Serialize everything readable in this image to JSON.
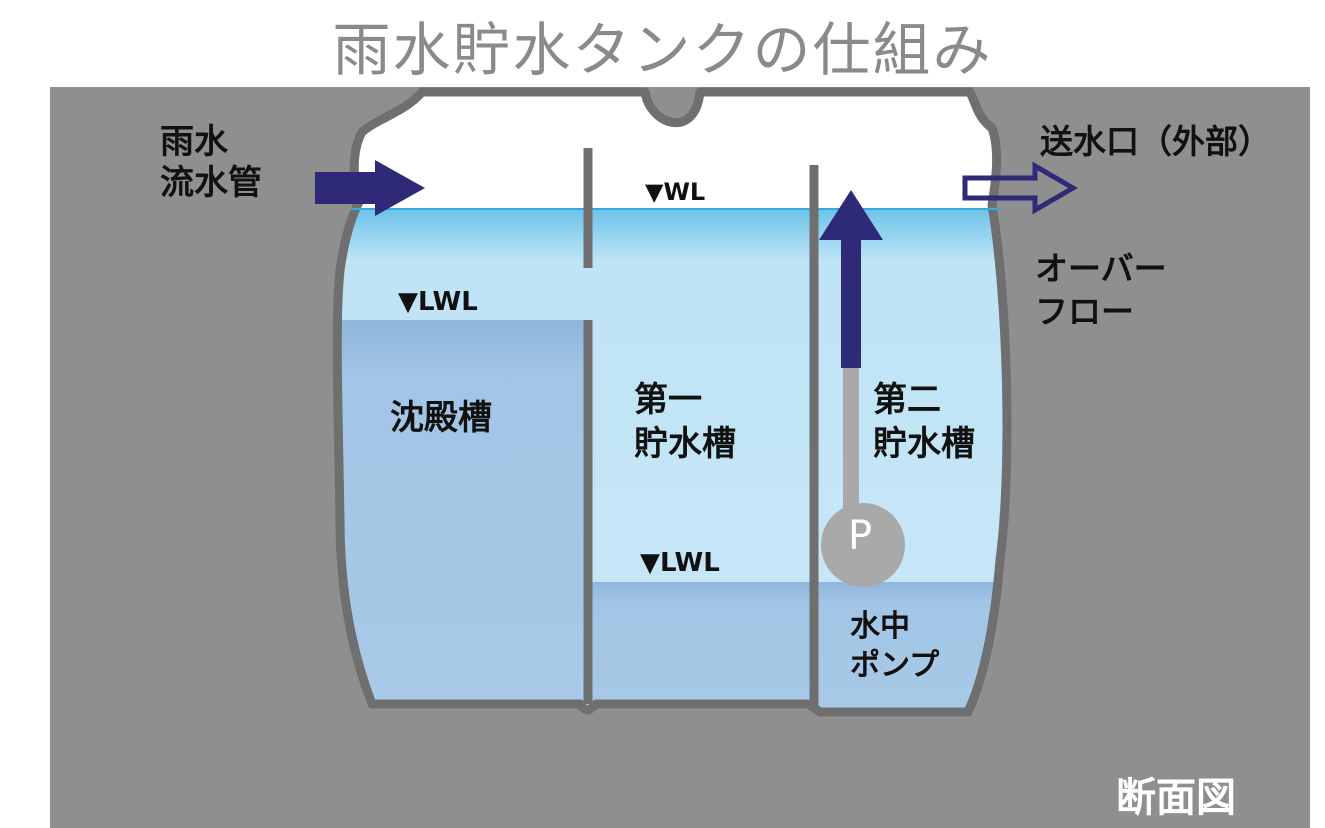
{
  "title": "雨水貯水タンクの仕組み",
  "labels": {
    "inflow_pipe": "雨水\n流水管",
    "outlet": "送水口（外部）",
    "overflow": "オーバー\nフロー",
    "wl": "▼WL",
    "lwl_left": "▼LWL",
    "lwl_middle": "▼LWL",
    "sedimentation_tank": "沈殿槽",
    "first_storage_tank": "第一\n貯水槽",
    "second_storage_tank": "第二\n貯水槽",
    "submersible_pump": "水中\nポンプ",
    "pump_symbol": "P",
    "cross_section": "断面図"
  },
  "colors": {
    "ground": "#8f8f8f",
    "wall": "#6f6f6f",
    "water_light": "#c6e6f7",
    "water_deep": "#a3c6e6",
    "arrow": "#2e2a78",
    "pump": "#a9a9a9",
    "title": "#8a8a8a"
  },
  "icons": [
    "inflow-arrow-icon",
    "outlet-arrow-icon",
    "pump-lift-arrow-icon",
    "pump-icon"
  ]
}
